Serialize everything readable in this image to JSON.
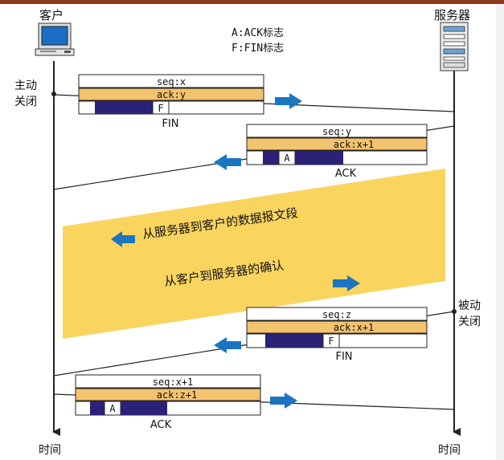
{
  "labels": {
    "client": "客户",
    "server": "服务器",
    "active_close": [
      "主动",
      "关闭"
    ],
    "passive_close": [
      "被动",
      "关闭"
    ],
    "time_left": "时间",
    "time_right": "时间"
  },
  "legend": {
    "ack_line": "A:ACK标志",
    "fin_line": "F:FIN标志"
  },
  "segments": {
    "s1": {
      "seq": "seq:x",
      "ack": "ack:y",
      "flag": "F",
      "caption": "FIN"
    },
    "s2": {
      "seq": "seq:y",
      "ack": "ack:x+1",
      "flag": "A",
      "caption": "ACK"
    },
    "s3": {
      "seq": "seq:z",
      "ack": "ack:x+1",
      "flag": "F",
      "caption": "FIN"
    },
    "s4": {
      "seq": "seq:x+1",
      "ack": "ack:z+1",
      "flag": "A",
      "caption": "ACK"
    }
  },
  "band": {
    "line1": "从服务器到客户的数据报文段",
    "line2": "从客户到服务器的确认"
  },
  "colors": {
    "top_bar": "#8b3a1e",
    "field_orange": "#f4c36e",
    "flag_navy": "#2a2276",
    "band_yellow": "#f9d45f",
    "arrow_blue": "#1b75c0",
    "line": "#222222"
  },
  "icons": {
    "client": "desktop-computer-icon",
    "server": "server-tower-icon"
  }
}
